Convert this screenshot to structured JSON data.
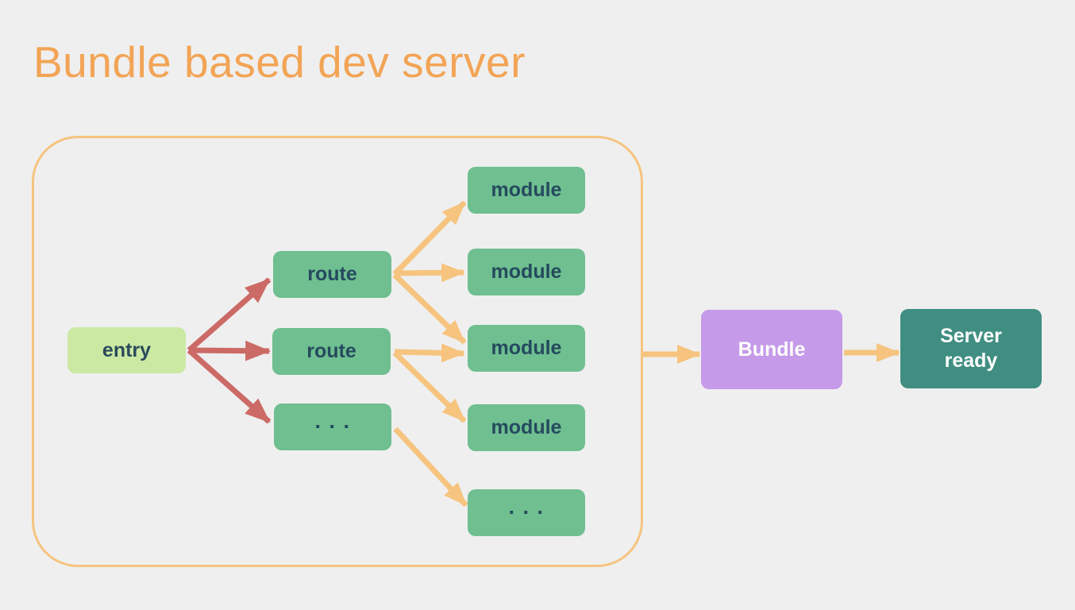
{
  "title": "Bundle based dev server",
  "diagram": {
    "nodes": {
      "entry": {
        "label": "entry"
      },
      "route1": {
        "label": "route"
      },
      "route2": {
        "label": "route"
      },
      "routes_more": {
        "label": "···"
      },
      "module1": {
        "label": "module"
      },
      "module2": {
        "label": "module"
      },
      "module3": {
        "label": "module"
      },
      "module4": {
        "label": "module"
      },
      "modules_more": {
        "label": "···"
      },
      "bundle": {
        "label": "Bundle"
      },
      "server_ready": {
        "line1": "Server",
        "line2": "ready"
      }
    },
    "edges": [
      {
        "from": "entry",
        "to": "route1",
        "color": "red"
      },
      {
        "from": "entry",
        "to": "route2",
        "color": "red"
      },
      {
        "from": "entry",
        "to": "routes_more",
        "color": "red"
      },
      {
        "from": "route1",
        "to": "module1",
        "color": "orange"
      },
      {
        "from": "route1",
        "to": "module2",
        "color": "orange"
      },
      {
        "from": "route1",
        "to": "module3",
        "color": "orange"
      },
      {
        "from": "route2",
        "to": "module3",
        "color": "orange"
      },
      {
        "from": "route2",
        "to": "module4",
        "color": "orange"
      },
      {
        "from": "routes_more",
        "to": "modules_more",
        "color": "orange"
      },
      {
        "from": "bundler-container",
        "to": "bundle",
        "color": "orange"
      },
      {
        "from": "bundle",
        "to": "server_ready",
        "color": "orange"
      }
    ],
    "colors": {
      "background": "#efefef",
      "title_text": "#f2a455",
      "container_border": "#f6c480",
      "arrow_orange": "#f6c47e",
      "arrow_red": "#cc6a66",
      "node_green": "#6fbf90",
      "node_light_green": "#cbe9a3",
      "node_purple": "#c59ae9",
      "node_teal": "#3f8e81",
      "node_text_dark": "#254a5e",
      "node_text_light": "#fdfdfd"
    }
  }
}
